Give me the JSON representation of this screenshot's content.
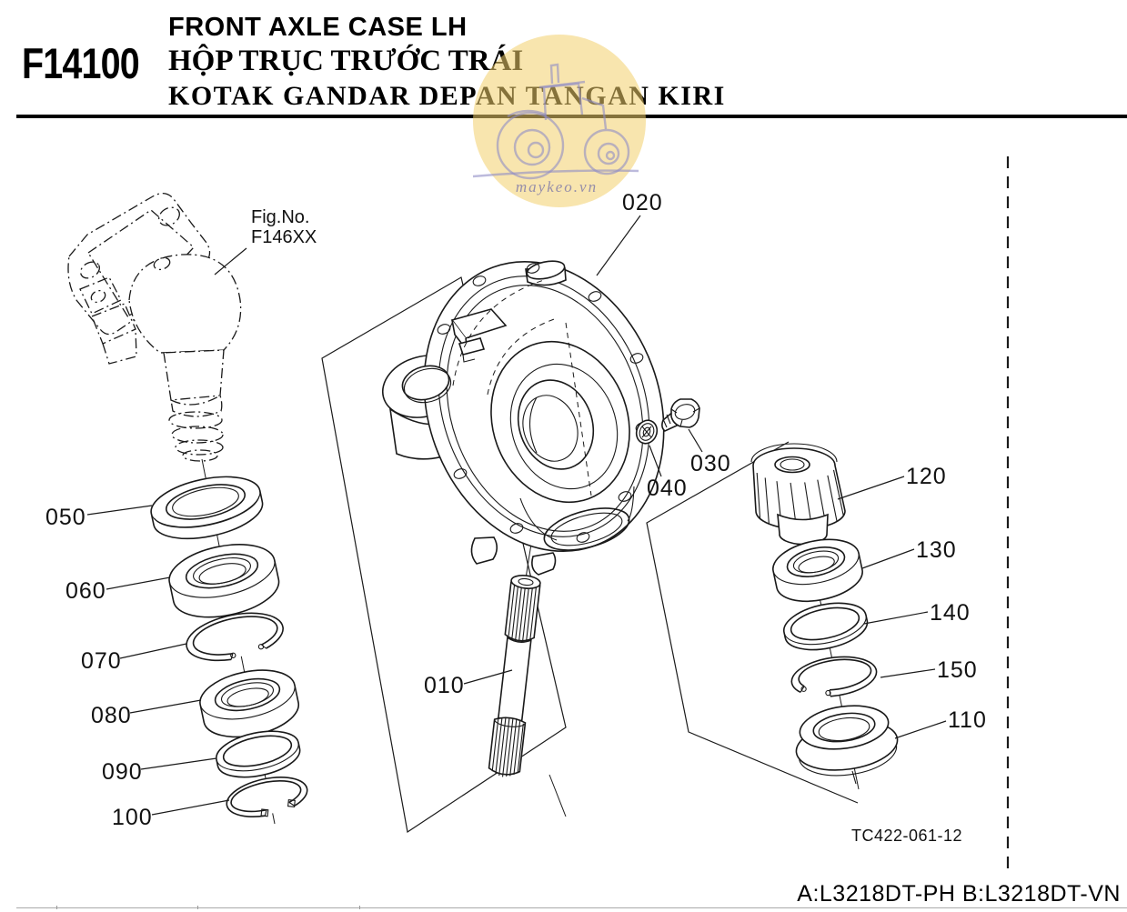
{
  "header": {
    "figure_code": "F14100",
    "title_en": "FRONT AXLE CASE LH",
    "title_vi": "HỘP TRỤC TRƯỚC TRÁI",
    "title_id": "KOTAK GANDAR DEPAN TANGAN KIRI"
  },
  "figure_reference": {
    "label": "Fig.No.",
    "value": "F146XX"
  },
  "part_labels": {
    "p010": "010",
    "p020": "020",
    "p030": "030",
    "p040": "040",
    "p050": "050",
    "p060": "060",
    "p070": "070",
    "p080": "080",
    "p090": "090",
    "p100": "100",
    "p110": "110",
    "p120": "120",
    "p130": "130",
    "p140": "140",
    "p150": "150"
  },
  "drawing_code": "TC422-061-12",
  "footer": {
    "models": "A:L3218DT-PH B:L3218DT-VN"
  },
  "watermark": {
    "text": "maykeo.vn"
  },
  "colors": {
    "line": "#1a1a1a",
    "watermark_fill": "rgba(242,208,108,0.55)",
    "watermark_line": "#8f8cc4"
  }
}
